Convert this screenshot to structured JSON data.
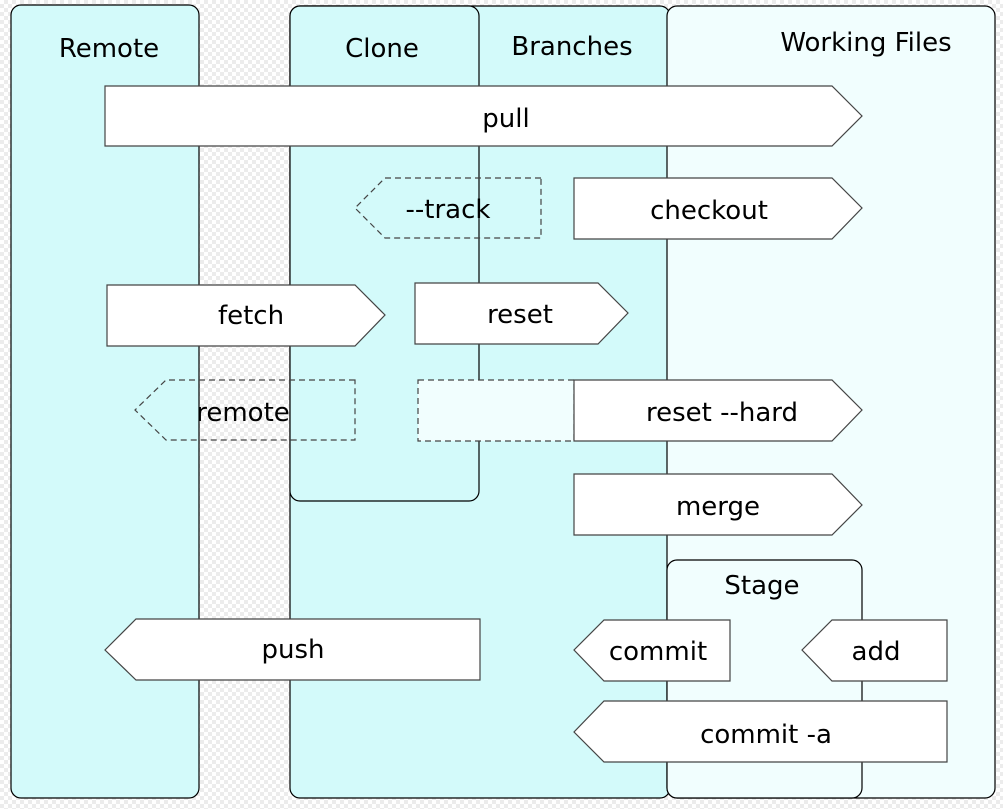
{
  "lanes": {
    "remote": "Remote",
    "clone": "Clone",
    "branches": "Branches",
    "working_files": "Working Files",
    "stage": "Stage"
  },
  "commands": {
    "pull": "pull",
    "track": "--track",
    "checkout": "checkout",
    "fetch": "fetch",
    "reset": "reset",
    "remote": "remote",
    "reset_hard": "reset --hard",
    "merge": "merge",
    "push": "push",
    "commit": "commit",
    "add": "add",
    "commit_a": "commit -a"
  },
  "colors": {
    "lane_fill": "#d3fafa",
    "working_fill": "#f1fefe",
    "arrow_fill": "#ffffff",
    "stroke": "#000000",
    "arrow_stroke": "#444444"
  }
}
